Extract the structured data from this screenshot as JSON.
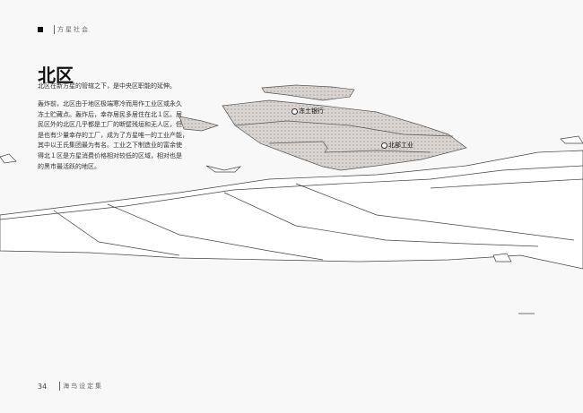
{
  "header": {
    "section": "方星社会"
  },
  "title": "北区",
  "subtitle": "北区在新方星的管辖之下，是中央区职能的延伸。",
  "paragraph": [
    "轰炸前，北区由于地区极端寒冷而用作工业区或永久",
    "冻土贮藏点。轰炸后，幸存居民多居住在北１区。居",
    "民区外的北区几乎都是工厂的断壁残垣和无人区，但",
    "是也有少量幸存的工厂，成为了方星唯一的工业产能，",
    "其中以王氏集团最为有名。工业之下制造业的富余使",
    "得北１区是方星消费价格相对较低的区域，相对也是",
    "的黑市最活跃的地区。"
  ],
  "map_labels": {
    "bank": "冻土银行",
    "industry": "北部工业"
  },
  "footer": {
    "page": "34",
    "book": "海鸟设定集"
  },
  "colors": {
    "region_fill": "#d9d4d0",
    "background": "#f8f8f8"
  }
}
